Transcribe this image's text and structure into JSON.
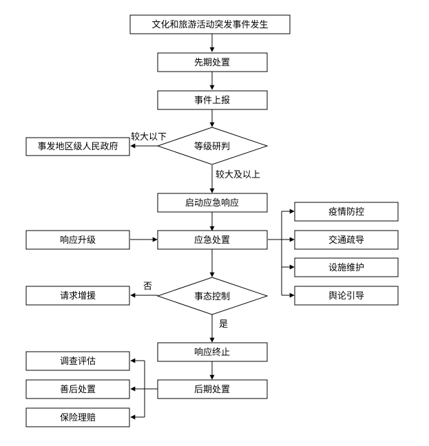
{
  "nodes": {
    "event": "文化和旅游活动突发事件发生",
    "initial": "先期处置",
    "report": "事件上报",
    "grade": "等级研判",
    "local_gov": "事发地区级人民政府",
    "start_response": "启动应急响应",
    "upgrade": "响应升级",
    "emergency": "应急处置",
    "epidemic": "疫情防控",
    "traffic": "交通疏导",
    "facility": "设施维护",
    "opinion": "舆论引导",
    "reinforce": "请求增援",
    "control": "事态控制",
    "terminate": "响应终止",
    "aftermath": "后期处置",
    "investigate": "调查评估",
    "rehab": "善后处置",
    "insurance": "保险理赔"
  },
  "edge_labels": {
    "lower": "较大以下",
    "higher": "较大及以上",
    "no": "否",
    "yes": "是"
  }
}
